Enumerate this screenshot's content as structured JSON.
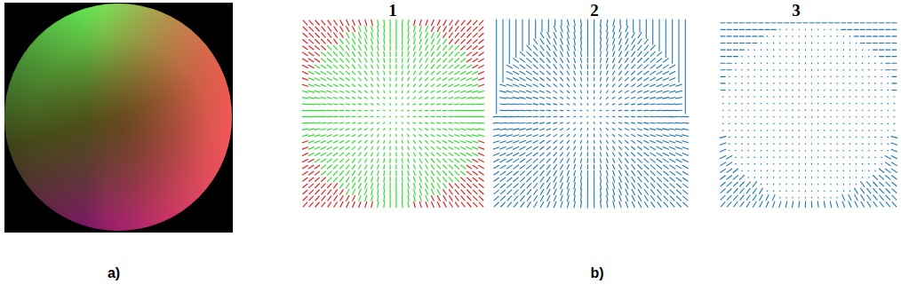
{
  "diagram": {
    "labels": [
      "1",
      "2",
      "3",
      "a)",
      "b)"
    ]
  }
}
